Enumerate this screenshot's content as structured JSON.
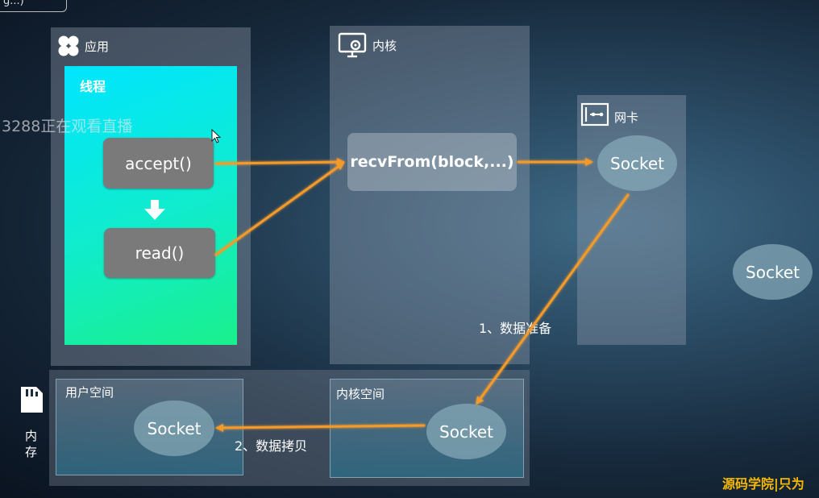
{
  "top_fragment": "g...)",
  "app": {
    "label": "应用",
    "thread_label": "线程",
    "accept": "accept()",
    "read": "read()"
  },
  "kernel": {
    "label": "内核",
    "recvfrom": "recvFrom(block,...)"
  },
  "nic": {
    "label": "网卡",
    "socket": "Socket"
  },
  "floating_socket": "Socket",
  "memory": {
    "label_line1": "内",
    "label_line2": "存",
    "user_space": {
      "label": "用户空间",
      "socket": "Socket"
    },
    "kernel_space": {
      "label": "内核空间",
      "socket": "Socket"
    }
  },
  "steps": {
    "prepare": "1、数据准备",
    "copy": "2、数据拷贝"
  },
  "overlay": {
    "viewers": "3288正在观看直播",
    "watermark": "源码学院|只为"
  },
  "colors": {
    "arrow": "#f39a2b",
    "thread_gradient_start": "#00e5ff",
    "thread_gradient_end": "#1af08c",
    "watermark": "#f5b800"
  }
}
